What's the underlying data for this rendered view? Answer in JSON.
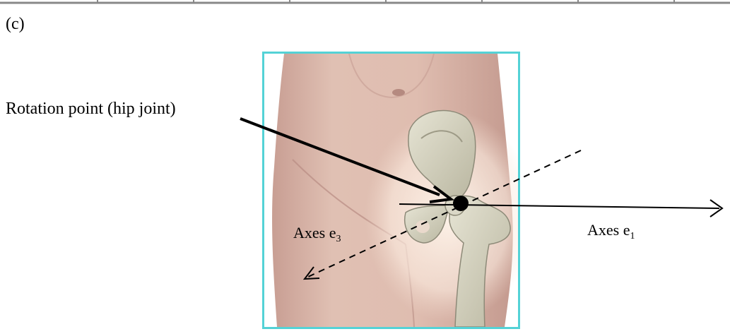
{
  "panel_label": "(c)",
  "annotations": {
    "rotation_point": "Rotation point (hip joint)",
    "axis_e3": {
      "text": "Axes e",
      "subscript": "3"
    },
    "axis_e1": {
      "text": "Axes e",
      "subscript": "1"
    }
  },
  "colors": {
    "frame_border": "#54d2d6",
    "skin": "#dcb9ab",
    "bone": "#d8d6c4",
    "arrow": "#000000"
  },
  "icons": {
    "joint_marker": "filled-circle",
    "arrowhead": "open-chevron"
  }
}
